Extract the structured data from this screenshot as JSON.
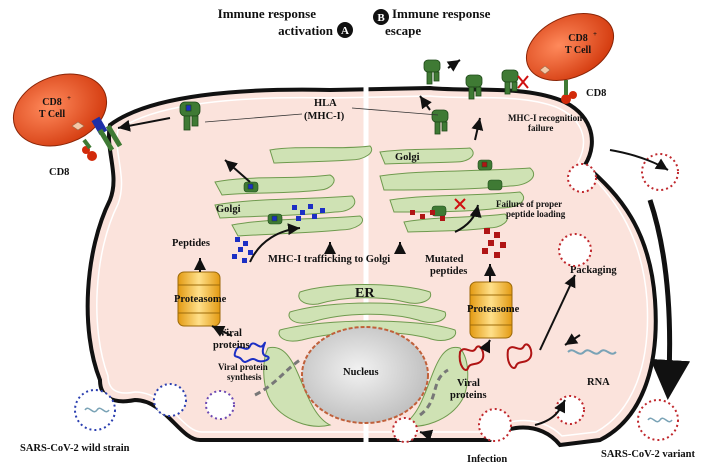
{
  "headers": {
    "a_line1": "Immune response",
    "a_line2": "activation",
    "a_badge": "A",
    "b_badge": "B",
    "b_line1": "Immune response",
    "b_line2": "escape"
  },
  "tcell_left": {
    "line1": "CD8",
    "sup": "+",
    "line2": "T Cell"
  },
  "tcell_right": {
    "line1": "CD8",
    "sup": "+",
    "line2": "T Cell"
  },
  "cd8_left": "CD8",
  "cd8_right": "CD8",
  "hla": {
    "line1": "HLA",
    "line2": "(MHC-I)"
  },
  "mhc_fail": {
    "line1": "MHC-I recognition",
    "line2": "failure"
  },
  "golgi_left": "Golgi",
  "golgi_right": "Golgi",
  "loading_fail": {
    "line1": "Failure of proper",
    "line2": "peptide loading"
  },
  "peptides": "Peptides",
  "mutated": {
    "line1": "Mutated",
    "line2": "peptides"
  },
  "trafficking": "MHC-I trafficking to Golgi",
  "er": "ER",
  "proteasome_left": "Proteasome",
  "proteasome_right": "Proteasome",
  "viral_proteins_left": {
    "line1": "Viral",
    "line2": "proteins"
  },
  "viral_proteins_right": {
    "line1": "Viral",
    "line2": "proteins"
  },
  "synthesis": {
    "line1": "Viral protein",
    "line2": "synthesis"
  },
  "nucleus": "Nucleus",
  "packaging": "Packaging",
  "rna": "RNA",
  "infection": "Infection",
  "wild_strain": "SARS-CoV-2 wild strain",
  "variant": "SARS-CoV-2 variant",
  "colors": {
    "cytoplasm": "#fbe3dc",
    "tcell": "#e8481a",
    "organelle": "#cfe2b4",
    "organelle_edge": "#6f9a4e",
    "nucleus": "#d9d9d9",
    "mhc": "#3f7a34",
    "peptide_blue": "#1c2fc4",
    "peptide_red": "#b01414",
    "proteasome": "#f2b430",
    "virus_spike_blue": "#2b3fb0",
    "virus_spike_red": "#c0282d"
  }
}
